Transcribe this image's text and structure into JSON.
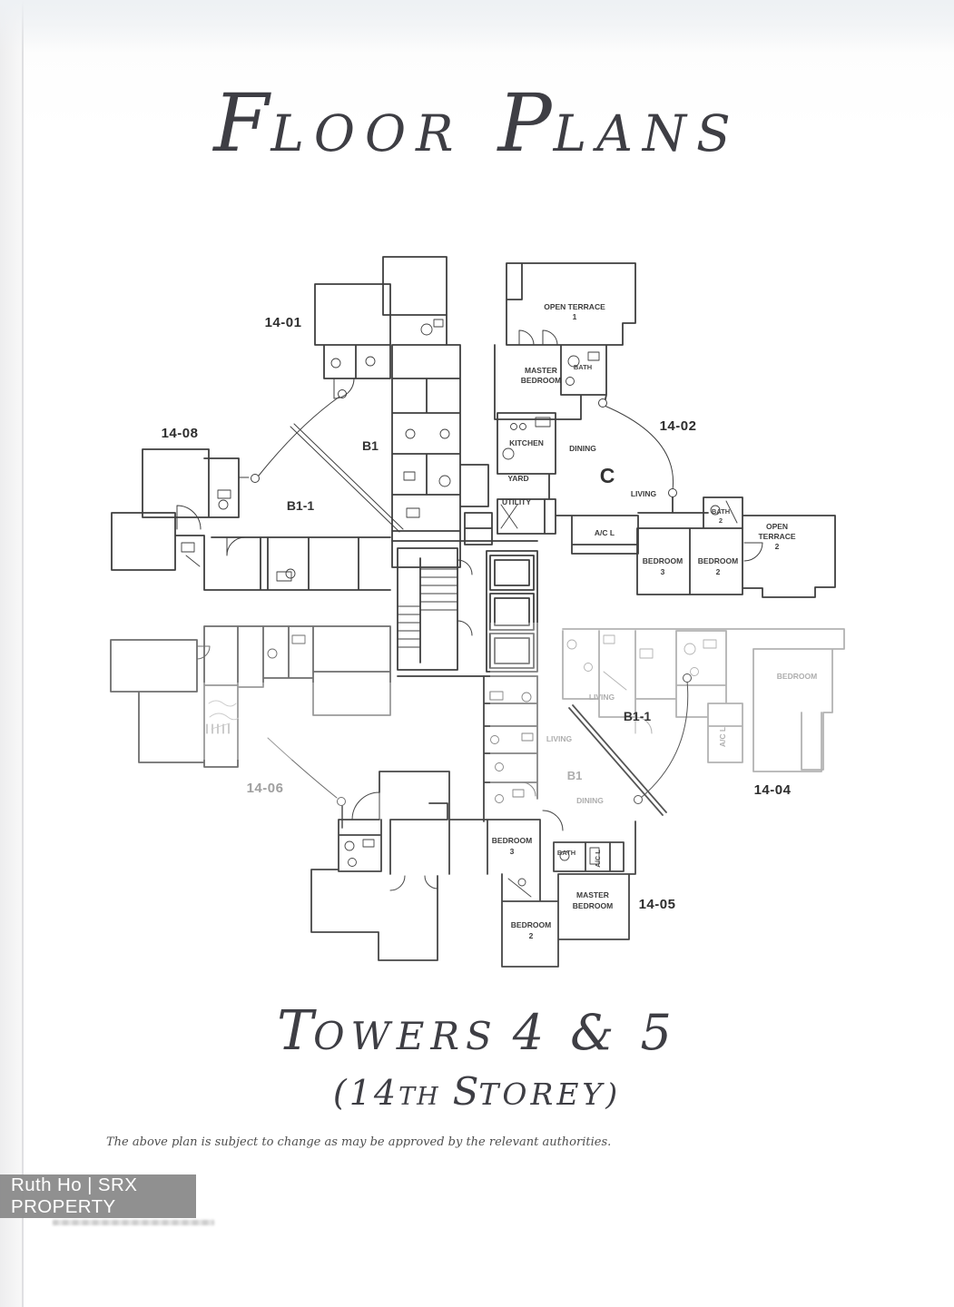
{
  "header": {
    "title": {
      "word1_initial": "F",
      "word1_rest": "LOOR",
      "word2_initial": "P",
      "word2_rest": "LANS"
    }
  },
  "plan": {
    "labels": [
      {
        "text": "14-01"
      },
      {
        "text": "14-08"
      },
      {
        "text": "14-02"
      },
      {
        "text": "B1"
      },
      {
        "text": "B1-1"
      },
      {
        "text": "OPEN TERRACE"
      },
      {
        "text": "1"
      },
      {
        "text": "MASTER"
      },
      {
        "text": "BEDROOM"
      },
      {
        "text": "BATH"
      },
      {
        "text": "KITCHEN"
      },
      {
        "text": "DINING"
      },
      {
        "text": "YARD"
      },
      {
        "text": "C"
      },
      {
        "text": "LIVING"
      },
      {
        "text": "UTILITY"
      },
      {
        "text": "A/C L"
      },
      {
        "text": "BATH"
      },
      {
        "text": "2"
      },
      {
        "text": "OPEN"
      },
      {
        "text": "TERRACE"
      },
      {
        "text": "2"
      },
      {
        "text": "BEDROOM"
      },
      {
        "text": "3"
      },
      {
        "text": "BEDROOM"
      },
      {
        "text": "2"
      },
      {
        "text": "14-06"
      },
      {
        "text": "B1-1"
      },
      {
        "text": "14-04"
      },
      {
        "text": "BEDROOM"
      },
      {
        "text": "A/C L"
      },
      {
        "text": "LIVING"
      },
      {
        "text": "LIVING"
      },
      {
        "text": "B1"
      },
      {
        "text": "DINING"
      },
      {
        "text": "BEDROOM"
      },
      {
        "text": "3"
      },
      {
        "text": "BATH"
      },
      {
        "text": "A/C L"
      },
      {
        "text": "MASTER"
      },
      {
        "text": "BEDROOM"
      },
      {
        "text": "14-05"
      },
      {
        "text": "BEDROOM"
      },
      {
        "text": "2"
      }
    ]
  },
  "footer": {
    "towers": {
      "initial": "T",
      "rest": "OWERS",
      "tail": "4 & 5"
    },
    "storey": {
      "p1": "(14",
      "p2": "TH",
      "p3": "S",
      "p4": "TOREY)"
    },
    "disclaimer": "The above plan is subject to change as may be approved by the relevant authorities."
  },
  "watermark": {
    "label": "Ruth Ho | SRX PROPERTY"
  },
  "colors": {
    "ink": "#3f3f3f",
    "faded_ink": "#8a8a8a",
    "paper": "#ffffff",
    "watermark_bg": "#8a8a8a",
    "watermark_text": "#ffffff"
  }
}
